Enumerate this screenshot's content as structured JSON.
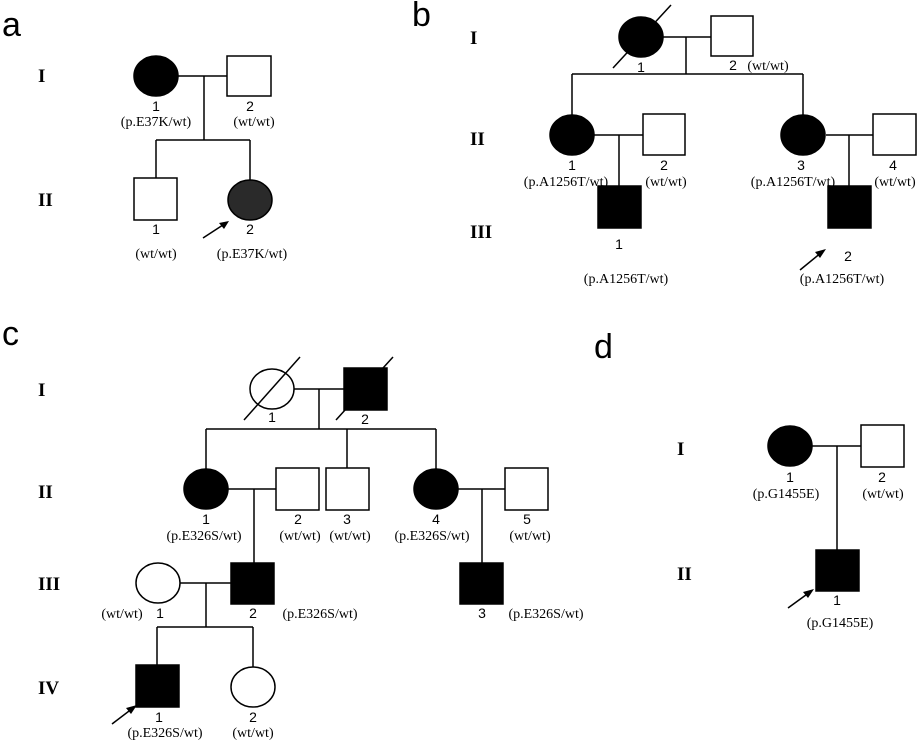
{
  "panels": {
    "a": {
      "letter": "a",
      "generations": [
        "I",
        "II"
      ],
      "individuals": [
        {
          "id": "I-1",
          "number": "1",
          "genotype": "(p.E37K/wt)"
        },
        {
          "id": "I-2",
          "number": "2",
          "genotype": "(wt/wt)"
        },
        {
          "id": "II-1",
          "number": "1",
          "genotype": "(wt/wt)"
        },
        {
          "id": "II-2",
          "number": "2",
          "genotype": "(p.E37K/wt)"
        }
      ]
    },
    "b": {
      "letter": "b",
      "generations": [
        "I",
        "II",
        "III"
      ],
      "individuals": [
        {
          "id": "I-1",
          "number": "1",
          "genotype": ""
        },
        {
          "id": "I-2",
          "number": "2",
          "genotype": "(wt/wt)"
        },
        {
          "id": "II-1",
          "number": "1",
          "genotype": "(p.A1256T/wt)"
        },
        {
          "id": "II-2",
          "number": "2",
          "genotype": "(wt/wt)"
        },
        {
          "id": "II-3",
          "number": "3",
          "genotype": "(p.A1256T/wt)"
        },
        {
          "id": "II-4",
          "number": "4",
          "genotype": "(wt/wt)"
        },
        {
          "id": "III-1",
          "number": "1",
          "genotype": "(p.A1256T/wt)"
        },
        {
          "id": "III-2",
          "number": "2",
          "genotype": "(p.A1256T/wt)"
        }
      ]
    },
    "c": {
      "letter": "c",
      "generations": [
        "I",
        "II",
        "III",
        "IV"
      ],
      "individuals": [
        {
          "id": "I-1",
          "number": "1",
          "genotype": ""
        },
        {
          "id": "I-2",
          "number": "2",
          "genotype": ""
        },
        {
          "id": "II-1",
          "number": "1",
          "genotype": "(p.E326S/wt)"
        },
        {
          "id": "II-2",
          "number": "2",
          "genotype": "(wt/wt)"
        },
        {
          "id": "II-3",
          "number": "3",
          "genotype": "(wt/wt)"
        },
        {
          "id": "II-4",
          "number": "4",
          "genotype": "(p.E326S/wt)"
        },
        {
          "id": "II-5",
          "number": "5",
          "genotype": "(wt/wt)"
        },
        {
          "id": "III-1",
          "number": "1",
          "genotype": "(wt/wt)"
        },
        {
          "id": "III-2",
          "number": "2",
          "genotype": "(p.E326S/wt)"
        },
        {
          "id": "III-3",
          "number": "3",
          "genotype": "(p.E326S/wt)"
        },
        {
          "id": "IV-1",
          "number": "1",
          "genotype": "(p.E326S/wt)"
        },
        {
          "id": "IV-2",
          "number": "2",
          "genotype": "(wt/wt)"
        }
      ]
    },
    "d": {
      "letter": "d",
      "generations": [
        "I",
        "II"
      ],
      "individuals": [
        {
          "id": "I-1",
          "number": "1",
          "genotype": "(p.G1455E)"
        },
        {
          "id": "I-2",
          "number": "2",
          "genotype": "(wt/wt)"
        },
        {
          "id": "II-1",
          "number": "1",
          "genotype": "(p.G1455E)"
        }
      ]
    }
  }
}
